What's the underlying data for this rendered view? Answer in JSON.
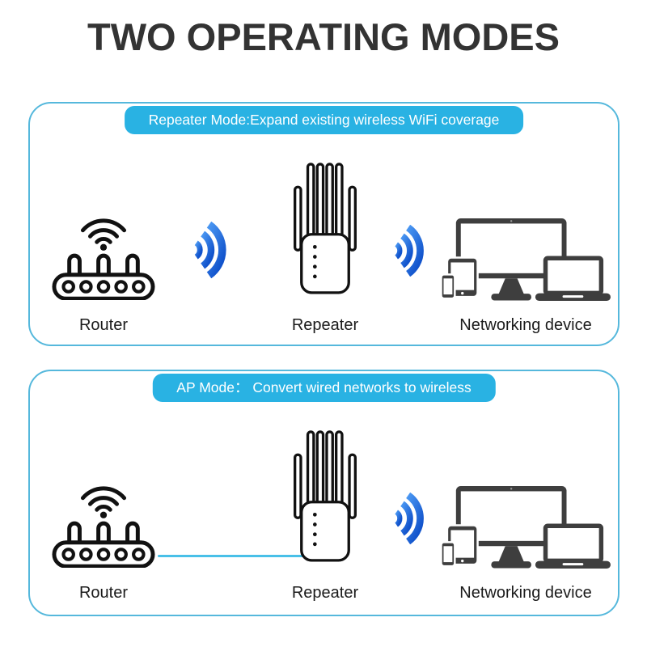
{
  "title": "TWO OPERATING MODES",
  "colors": {
    "title": "#333333",
    "panel_border": "#55b8dc",
    "header_pill_bg": "#29b2e3",
    "header_pill_text": "#ffffff",
    "device_label": "#1b1b1b",
    "line_art_outline": "#111111",
    "device_cluster_gray": "#3e3e3e",
    "signal_blue_light": "#4a97f2",
    "signal_blue_dark": "#1153cc",
    "wired_line": "#49c0e8"
  },
  "icons": {
    "router": "router-icon",
    "repeater": "repeater-icon",
    "networking_device": "devices-cluster-icon",
    "wireless_signal": "wifi-signal-icon",
    "wired_link": "ethernet-wire-line"
  },
  "panels": [
    {
      "id": "repeater-mode",
      "header": "Repeater Mode:Expand existing wireless WiFi coverage",
      "left_connection": "wireless",
      "right_connection": "wireless",
      "devices": [
        {
          "name": "router",
          "label": "Router"
        },
        {
          "name": "repeater",
          "label": "Repeater"
        },
        {
          "name": "networking-device",
          "label": "Networking device"
        }
      ]
    },
    {
      "id": "ap-mode",
      "header": "AP Mode： Convert wired networks to wireless",
      "left_connection": "wired",
      "right_connection": "wireless",
      "devices": [
        {
          "name": "router",
          "label": "Router"
        },
        {
          "name": "repeater",
          "label": "Repeater"
        },
        {
          "name": "networking-device",
          "label": "Networking device"
        }
      ]
    }
  ]
}
